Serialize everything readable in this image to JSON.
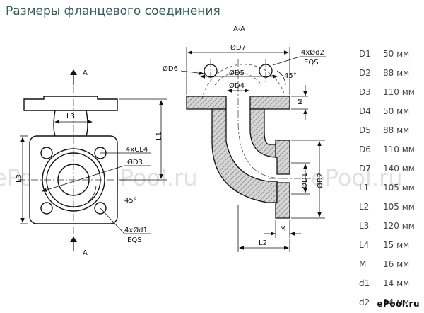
{
  "title": "Размеры фланцевого соединения",
  "section_label": "A-A",
  "section_marks": [
    "A",
    "A"
  ],
  "watermark_text": "ePool.ru",
  "logo_text": "ePool.ru",
  "labels": {
    "front_L3_top": "L3",
    "front_L3_side": "L3",
    "front_L1": "L1",
    "front_CL4": "4xCL4",
    "front_D3": "ØD3",
    "front_angle": "45°",
    "front_d1": "4xØd1",
    "front_eqs": "EQS",
    "sec_D7": "ØD7",
    "sec_d2": "4xØd2",
    "sec_eqs": "EQS",
    "sec_D6": "ØD6",
    "sec_D5": "ØD5",
    "sec_D4": "ØD4",
    "sec_angle": "45°",
    "sec_M_top": "M",
    "sec_D1": "ØD1",
    "sec_D2": "ØD2",
    "sec_M_bottom": "M",
    "sec_L2": "L2"
  },
  "dimensions": [
    {
      "name": "D1",
      "value": "50 мм"
    },
    {
      "name": "D2",
      "value": "88 мм"
    },
    {
      "name": "D3",
      "value": "110 мм"
    },
    {
      "name": "D4",
      "value": "50 мм"
    },
    {
      "name": "D5",
      "value": "88 мм"
    },
    {
      "name": "D6",
      "value": "110 мм"
    },
    {
      "name": "D7",
      "value": "140 мм"
    },
    {
      "name": "L1",
      "value": "105 мм"
    },
    {
      "name": "L2",
      "value": "105 мм"
    },
    {
      "name": "L3",
      "value": "120 мм"
    },
    {
      "name": "L4",
      "value": "15 мм"
    },
    {
      "name": "M",
      "value": "16 мм"
    },
    {
      "name": "d1",
      "value": "14 мм"
    },
    {
      "name": "d2",
      "value": "14 мм"
    }
  ]
}
